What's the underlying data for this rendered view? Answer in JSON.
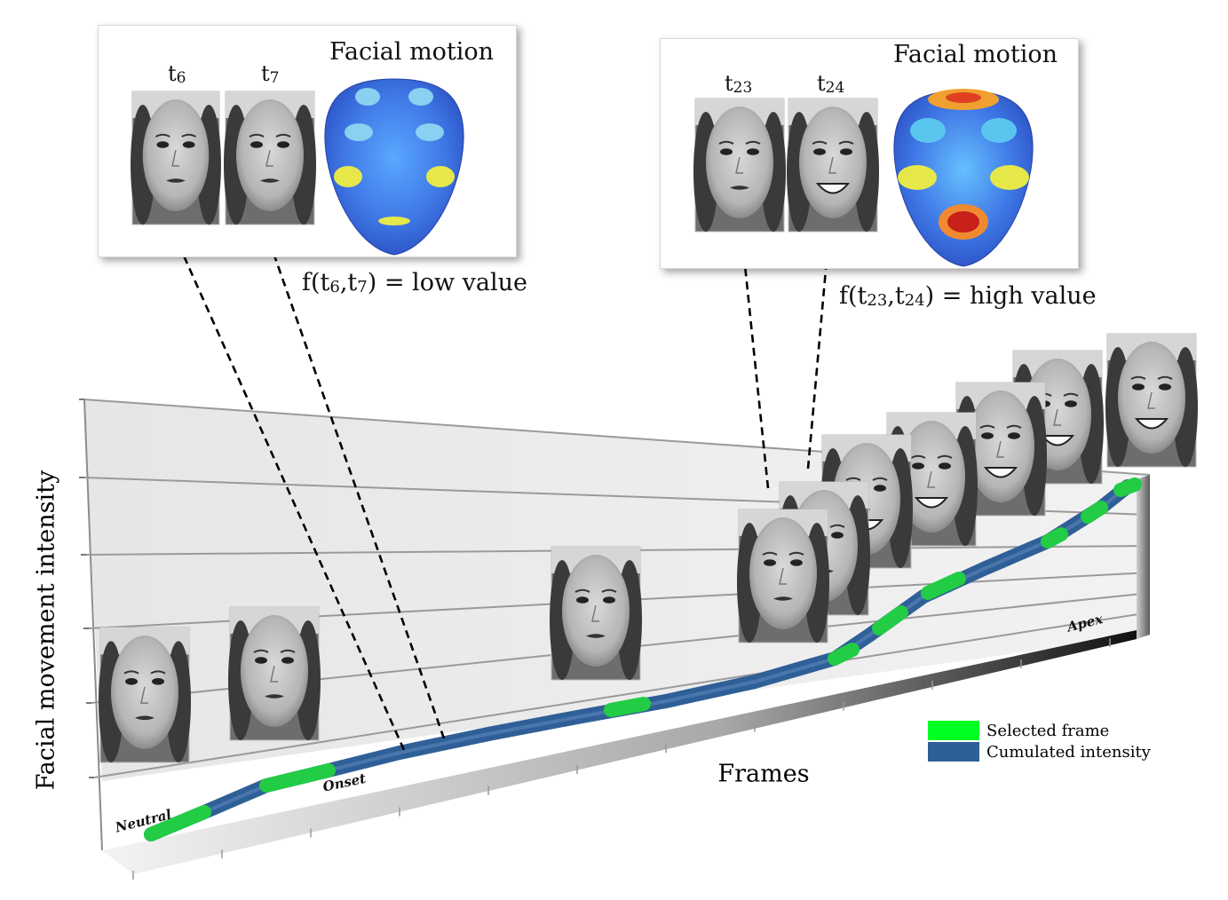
{
  "panels": [
    {
      "title": "Facial motion",
      "frames": [
        {
          "base": "t",
          "sub": "6"
        },
        {
          "base": "t",
          "sub": "7"
        }
      ],
      "function": {
        "prefix": "f(t",
        "sub1": "6",
        "mid": ",t",
        "sub2": "7",
        "suffix": ") = low value"
      }
    },
    {
      "title": "Facial motion",
      "frames": [
        {
          "base": "t",
          "sub": "23"
        },
        {
          "base": "t",
          "sub": "24"
        }
      ],
      "function": {
        "prefix": "f(t",
        "sub1": "23",
        "mid": ",t",
        "sub2": "24",
        "suffix": ") = high value"
      }
    }
  ],
  "axes": {
    "y_label": "Facial movement intensity",
    "x_label": "Frames"
  },
  "phase_labels": [
    "Neutral",
    "Onset",
    "Apex"
  ],
  "legend": [
    {
      "label": "Selected frame",
      "color": "#00ff22"
    },
    {
      "label": "Cumulated intensity",
      "color": "#2f5f97"
    }
  ],
  "colors": {
    "selected_frame": "#22dd44",
    "cumulated_intensity": "#2f5f97",
    "arrow": "#000000"
  }
}
